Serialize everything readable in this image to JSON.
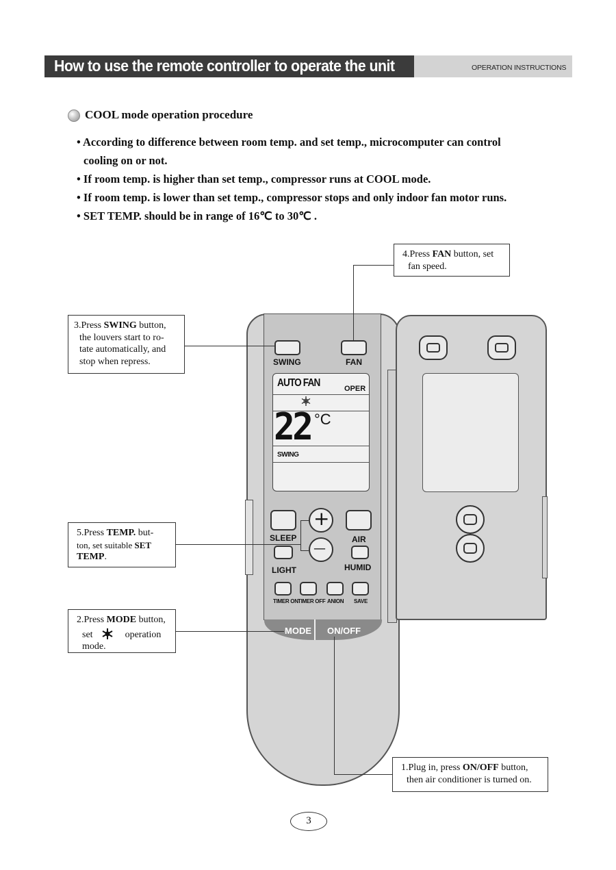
{
  "header": {
    "title": "How to use the remote controller to operate the unit",
    "section_label": "OPERATION  INSTRUCTIONS"
  },
  "section": {
    "title": "COOL mode operation procedure",
    "bullets": [
      "• According to difference between room temp. and set temp., microcomputer can control",
      "cooling  on or not.",
      "• If room temp. is higher than set temp., compressor runs at COOL mode.",
      "• If room temp. is lower than set temp., compressor stops and only indoor fan motor runs.",
      "• SET   TEMP. should be in range of 16℃ to 30℃ ."
    ]
  },
  "callouts": {
    "fan": {
      "pre": "4.Press ",
      "bold": "FAN",
      "post": " button, set",
      "line2": "fan speed."
    },
    "swing": {
      "pre": "3.Press ",
      "bold": "SWING",
      "post": " button,",
      "line2": "the louvers start to ro-",
      "line3": "tate automatically, and",
      "line4": "stop when repress."
    },
    "temp": {
      "pre": "5.Press ",
      "bold": "TEMP.",
      "post": " but-",
      "line2": "ton, set suitable ",
      "bold2": "SET",
      "bold3": "TEMP",
      "post3": "."
    },
    "mode": {
      "pre": "2.Press ",
      "bold": "MODE",
      "post": " button,",
      "line2a": "set",
      "line2b": "operation",
      "line3": "mode."
    },
    "onoff": {
      "pre": "1.Plug in, press ",
      "bold": "ON/OFF",
      "post": " button,",
      "line2": "then air conditioner is turned on."
    }
  },
  "remote": {
    "btn_swing": "SWING",
    "btn_fan": "FAN",
    "lcd_auto_fan": "AUTO FAN",
    "lcd_oper": "OPER",
    "lcd_temp": "22",
    "lcd_unit": "°C",
    "lcd_swing": "SWING",
    "btn_sleep": "SLEEP",
    "btn_air": "AIR",
    "btn_light": "LIGHT",
    "btn_humid": "HUMID",
    "btn_timer_on": "TIMER ON",
    "btn_timer_off": "TIMER OFF",
    "btn_anion": "ANION",
    "btn_save": "SAVE",
    "btn_mode": "MODE",
    "btn_onoff": "ON/OFF",
    "plus": "+",
    "minus": "—"
  },
  "page_number": "3"
}
